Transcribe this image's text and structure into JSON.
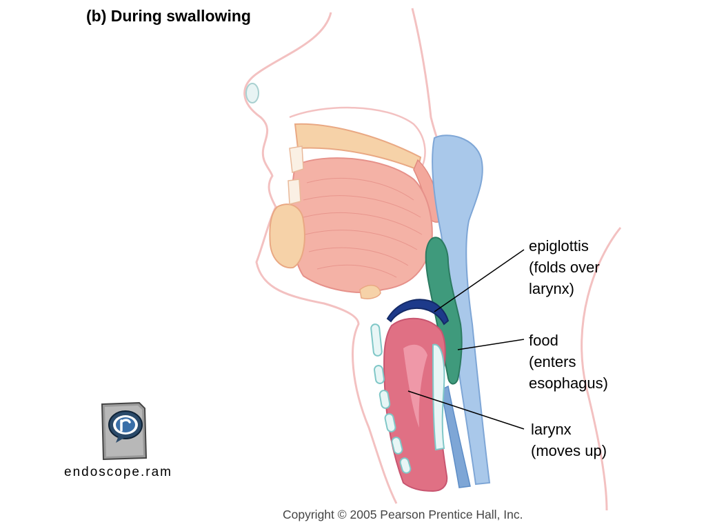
{
  "title": "(b) During swallowing",
  "labels": {
    "epiglottis": "epiglottis\n(folds over\nlarynx)",
    "food": "food\n(enters\nesophagus)",
    "larynx": "larynx\n(moves up)"
  },
  "media_file": {
    "name": "endoscope.ram",
    "icon": "realplayer-file-icon"
  },
  "copyright": "Copyright © 2005 Pearson Prentice Hall, Inc.",
  "colors": {
    "tissue_outline": "#f0b8b8",
    "muscle": "#f4b2a6",
    "bone": "#f6d2a8",
    "food_bolus": "#3f9a7c",
    "airway_blue": "#9fc2e6",
    "epiglottis_blue": "#1d3a8a",
    "larynx_red": "#e07084"
  }
}
